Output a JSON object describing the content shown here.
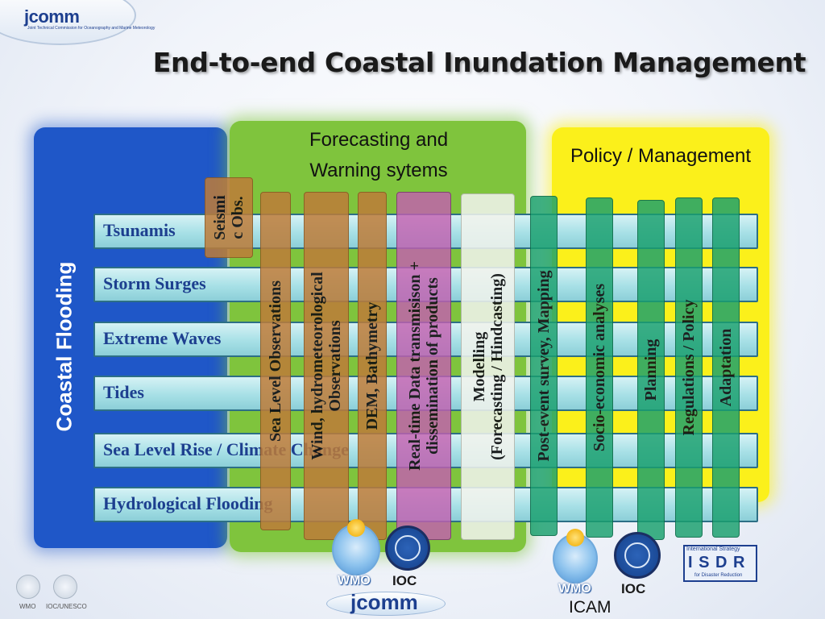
{
  "header": {
    "logo_text": "jcomm",
    "logo_tagline": "Joint Technical Commission for Oceanography and Marine Meteorology",
    "title": "End-to-end Coastal Inundation Management"
  },
  "panels": {
    "coastal_flooding": "Coastal Flooding",
    "forecasting_title_line1": "Forecasting and",
    "forecasting_title_line2": "Warning sytems",
    "policy_title": "Policy / Management"
  },
  "hazards": [
    "Tsunamis",
    "Storm Surges",
    "Extreme Waves",
    "Tides",
    "Sea Level Rise / Climate Change",
    "Hydrological Flooding"
  ],
  "forecast_columns": [
    {
      "line1": "Seismi",
      "line2": "c Obs."
    },
    {
      "line1": "Sea Level Observations",
      "line2": ""
    },
    {
      "line1": "Wind, hydrometeorological",
      "line2": "Observations"
    },
    {
      "line1": "DEM, Bathymetry",
      "line2": ""
    },
    {
      "line1": "Real-time Data transmisison +",
      "line2": "dissemination of products"
    },
    {
      "line1": "Modelling",
      "line2": "(Forecasting / Hindcasting)"
    }
  ],
  "policy_columns": [
    "Post-event survey, Mapping",
    "Socio-economic analyses",
    "Planning",
    "Regulations / Policy",
    "Adaptation"
  ],
  "logos": {
    "wmo": "WMO",
    "ioc": "IOC",
    "jcomm": "jcomm",
    "isdr_line1": "International Strategy",
    "isdr_letters": "I S D R",
    "isdr_line2": "for Disaster Reduction",
    "icam": "ICAM",
    "footer_wmo": "WMO",
    "footer_ioc": "IOC/UNESCO"
  },
  "colors": {
    "coastal_panel": "#1f57c8",
    "forecast_panel": "#7fc43d",
    "policy_panel": "#fbf01b",
    "hazard_bar": "#a7e0e6",
    "obs_column": "#be7c38",
    "transmission_column": "#c460b0",
    "modelling_column": "#f0f2ec",
    "policy_column": "#1aa06e"
  }
}
